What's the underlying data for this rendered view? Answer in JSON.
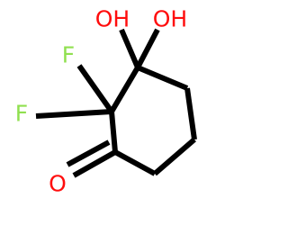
{
  "molecule": {
    "atoms": [
      {
        "id": "F1",
        "label": "F",
        "color": "#90e050"
      },
      {
        "id": "F2",
        "label": "F",
        "color": "#90e050"
      },
      {
        "id": "O1",
        "label": "OH",
        "color": "#ff0d0d"
      },
      {
        "id": "O2",
        "label": "OH",
        "color": "#ff0d0d"
      },
      {
        "id": "O3",
        "label": "O",
        "color": "#ff0d0d"
      }
    ],
    "bond_color": "#000000",
    "background": "#ffffff"
  }
}
